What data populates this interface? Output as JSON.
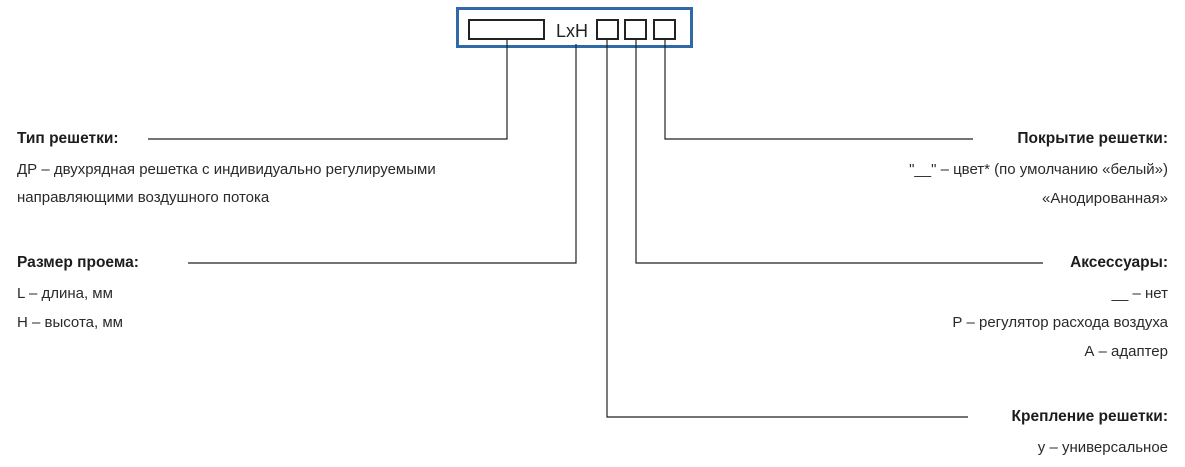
{
  "code": {
    "center_text": "LxH"
  },
  "left": {
    "grille_type": {
      "title": "Тип решетки:",
      "lines": [
        "ДР – двухрядная решетка с индивидуально регулируемыми",
        "направляющими воздушного потока"
      ]
    },
    "opening_size": {
      "title": "Размер проема:",
      "lines": [
        "L – длина, мм",
        "H – высота, мм"
      ]
    }
  },
  "right": {
    "coating": {
      "title": "Покрытие решетки:",
      "lines": [
        "\"__\" – цвет* (по умолчанию «белый»)",
        "«Анодированная»"
      ]
    },
    "accessories": {
      "title": "Аксессуары:",
      "lines": [
        "__ – нет",
        "Р – регулятор расхода воздуха",
        "А – адаптер"
      ]
    },
    "mounting": {
      "title": "Крепление решетки:",
      "lines": [
        "у – универсальное"
      ]
    }
  },
  "colors": {
    "frame": "#2f6aa6",
    "line": "#222222"
  }
}
